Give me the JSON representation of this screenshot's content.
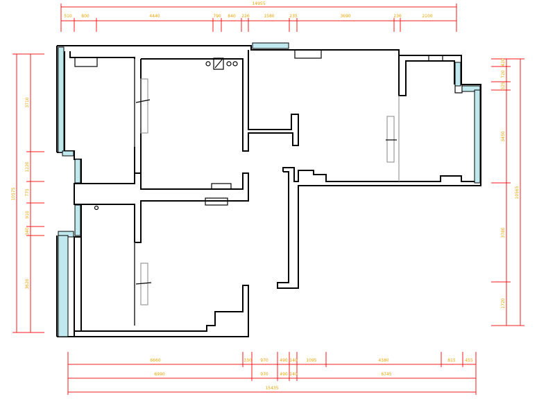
{
  "top_dims": {
    "segments": [
      "510",
      "800",
      "4440",
      "790",
      "840",
      "226",
      "1580",
      "235",
      "3690",
      "236",
      "2100"
    ],
    "total": "14955"
  },
  "bottom_dims": {
    "row1": [
      "6660",
      "330",
      "970",
      "490",
      "140",
      "1095",
      "4380",
      "815",
      "455"
    ],
    "row2": [
      "6990",
      "970",
      "490",
      "140",
      "6745"
    ],
    "total": "15435"
  },
  "left_dims": {
    "segments": [
      "3710",
      "1220",
      "775",
      "910",
      "340",
      "3620"
    ],
    "total": "10575"
  },
  "right_dims": {
    "segments": [
      "420",
      "720",
      "325",
      "3450",
      "3780",
      "1720"
    ],
    "total": "10565"
  }
}
